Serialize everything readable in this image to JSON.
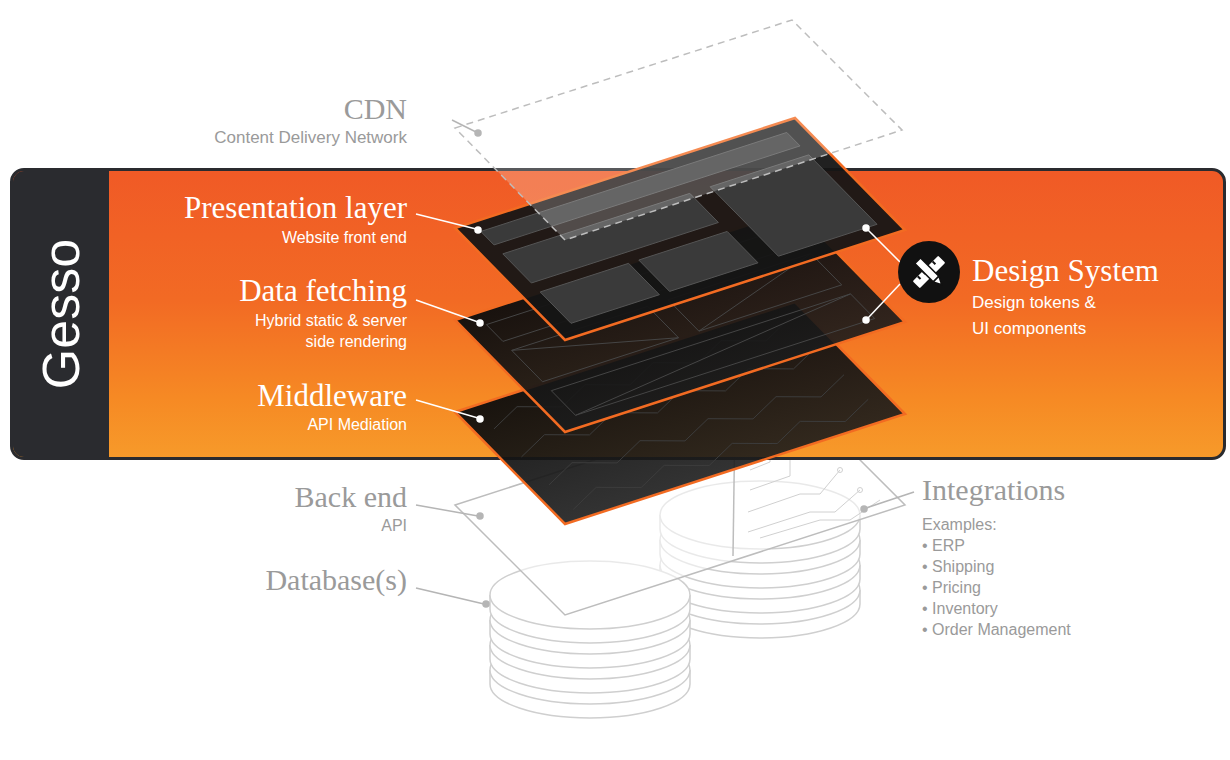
{
  "diagram": {
    "nodes": [
      {
        "text": [
          "Gesso"
        ]
      }
    ],
    "labels": [
      "CDN",
      "Content Delivery Network",
      "Presentation layer",
      "Website front end",
      "Data fetching",
      "Hybrid static & server side rendering",
      "Middleware",
      "API Mediation",
      "Design System",
      "Design tokens & UI components",
      "Back end",
      "API",
      "Database(s)",
      "Integrations",
      "Examples:",
      "• ERP",
      "• Shipping",
      "• Pricing",
      "• Inventory",
      "• Order Management"
    ]
  }
}
